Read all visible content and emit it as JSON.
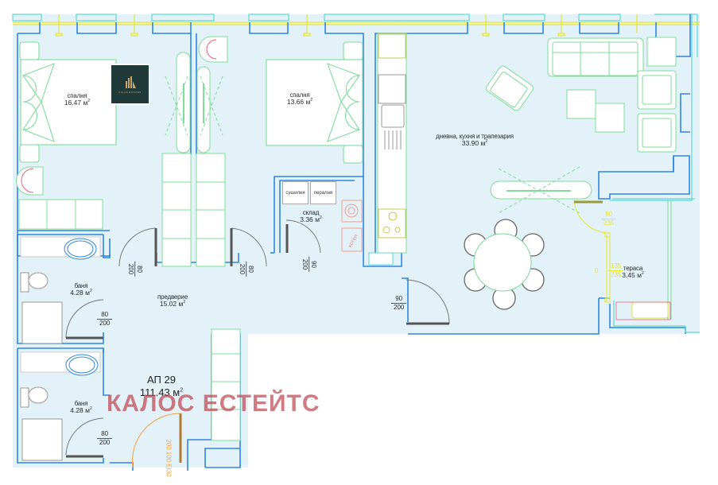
{
  "plan": {
    "apartment": {
      "name": "АП 29",
      "area": "111.43 м",
      "area_sup": "2"
    },
    "watermark": "КАЛОС ЕСТЕЙТС",
    "logo": {
      "brand": "KALOS ESTATES"
    },
    "rooms": [
      {
        "id": "bedroom1",
        "name": "спалня",
        "area": "16.47 м",
        "sup": "2"
      },
      {
        "id": "bedroom2",
        "name": "спалня",
        "area": "13.66 м",
        "sup": "2"
      },
      {
        "id": "living",
        "name": "дневна, кухня и трапезария",
        "area": "33.90 м",
        "sup": "2"
      },
      {
        "id": "storage",
        "name": "склад",
        "area": "3.36 м",
        "sup": "2"
      },
      {
        "id": "bath1",
        "name": "баня",
        "area": "4.28 м",
        "sup": "2"
      },
      {
        "id": "hall",
        "name": "предверие",
        "area": "15.02 м",
        "sup": "2"
      },
      {
        "id": "bath2",
        "name": "баня",
        "area": "4.28 м",
        "sup": "2"
      },
      {
        "id": "terrace",
        "name": "тераса",
        "area": "3.45 м",
        "sup": "2"
      }
    ],
    "appliances": {
      "dryer": "сушилня",
      "washer": "пералня",
      "boiler": "котел"
    },
    "doors": [
      {
        "id": "door-bedroom1",
        "w": "80",
        "h": "200"
      },
      {
        "id": "door-bedroom2",
        "w": "80",
        "h": "200"
      },
      {
        "id": "door-storage",
        "w": "90",
        "h": "200"
      },
      {
        "id": "door-living",
        "w": "90",
        "h": "200"
      },
      {
        "id": "door-bath1",
        "w": "80",
        "h": "200"
      },
      {
        "id": "door-bath2",
        "w": "80",
        "h": "200"
      },
      {
        "id": "door-terrace",
        "w": "80",
        "h": "235"
      },
      {
        "id": "window-terrace",
        "w": "135",
        "h": "235",
        "sill": "0"
      },
      {
        "id": "door-entrance",
        "w": "100",
        "h": "200",
        "rating": "EI30"
      }
    ],
    "colors": {
      "floor": "#e3f1f8",
      "wall": "#2f86e0",
      "furniture": "#7fdc9a",
      "window": "#e6e62e",
      "facade": "#5ed8d8",
      "watermark": "#be4650",
      "entrance": "#f2a23c"
    }
  }
}
